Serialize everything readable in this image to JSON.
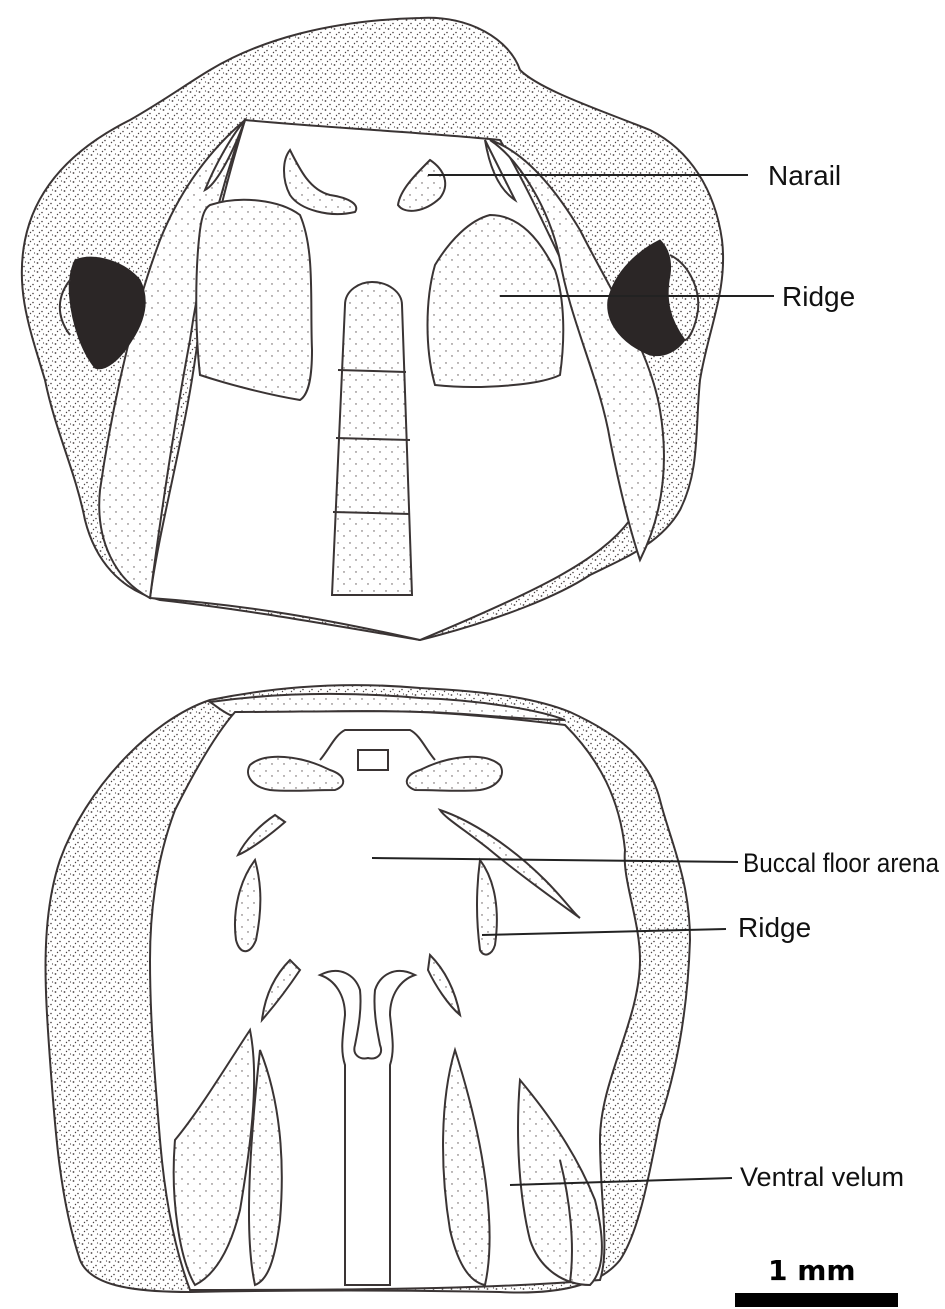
{
  "labels": {
    "narail": "Narail",
    "ridge_upper": "Ridge",
    "buccal_floor": "Buccal floor arena",
    "ridge_lower": "Ridge",
    "ventral_velum": "Ventral velum"
  },
  "scale_bar": {
    "text": "1 mm"
  },
  "colors": {
    "ink": "#3a3434",
    "dark_patch": "#2b2626",
    "background": "#ffffff"
  }
}
